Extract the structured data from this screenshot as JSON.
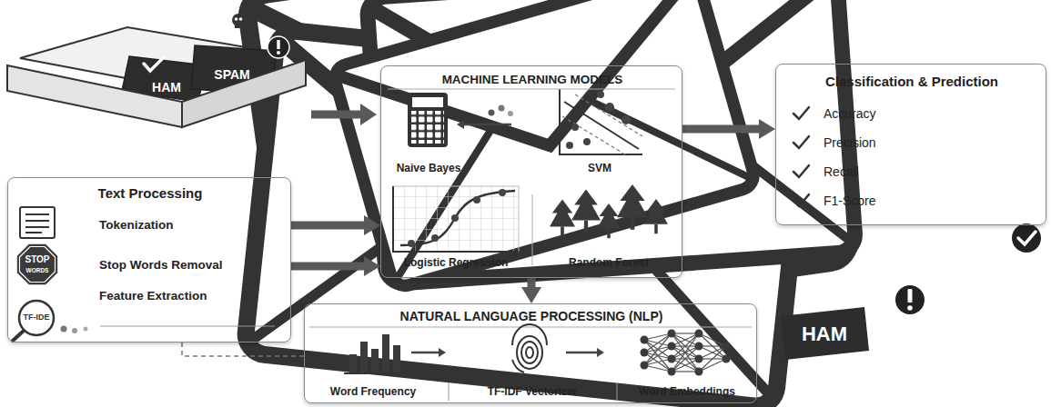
{
  "diagram": {
    "nodes": [
      {
        "text": [
          "MACHINE LEARNING MODELS",
          "Naive Bayes",
          "SVM",
          "Logistic Regression",
          "Random Forest"
        ]
      },
      {
        "text": [
          "Classification & Prediction",
          "Accuracy",
          "Precision",
          "Recall",
          "F1-Score"
        ]
      },
      {
        "text": [
          "Text Processing",
          "Tokenization",
          "Stop Words Removal",
          "Feature Extraction"
        ]
      },
      {
        "text": [
          "NATURAL LANGUAGE PROCESSING (NLP)",
          "Word Frequency",
          "TF-IDF Vectorizer",
          "Word Embeddings"
        ]
      }
    ],
    "edges": [
      {
        "from": 2,
        "to": 0,
        "arrow": "to"
      },
      {
        "from": 2,
        "to": 0,
        "arrow": "to"
      },
      {
        "from": 0,
        "to": 1,
        "arrow": "to"
      },
      {
        "from": 0,
        "to": 3,
        "arrow": "to"
      },
      {
        "from": 2,
        "to": 3,
        "arrow": "none"
      }
    ],
    "labels": [
      "HAM",
      "SPAM",
      "STOP",
      "WORDS",
      "TF-IDE",
      "HAM"
    ]
  }
}
